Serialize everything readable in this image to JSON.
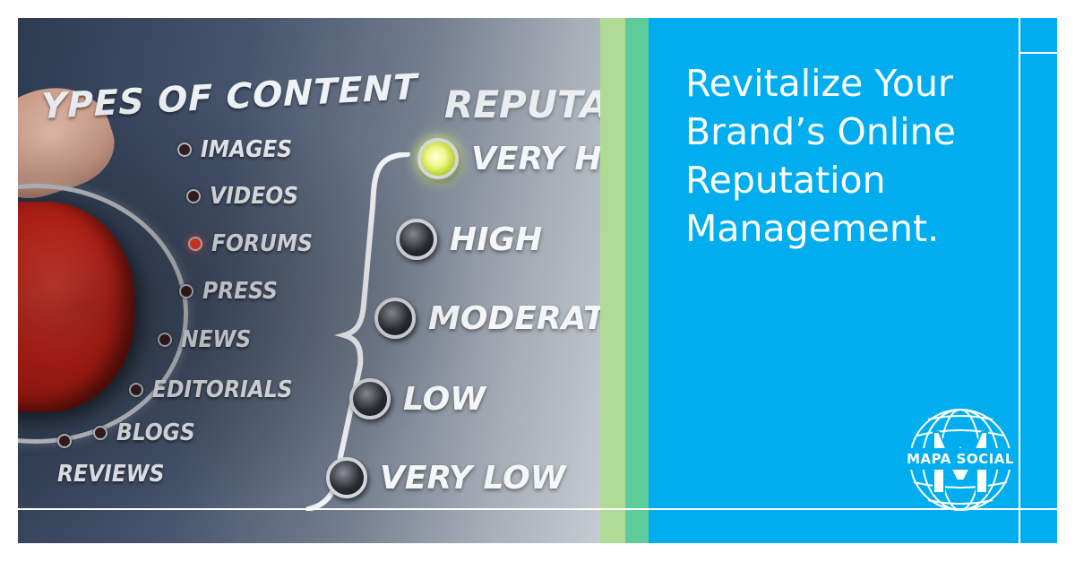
{
  "photo": {
    "content_heading": "YPES OF CONTENT",
    "content_items": [
      "IMAGES",
      "VIDEOS",
      "FORUMS",
      "PRESS",
      "NEWS",
      "EDITORIALS",
      "BLOGS",
      "REVIEWS"
    ],
    "active_content_item": "FORUMS",
    "reputation_heading": "REPUTAT",
    "reputation_levels": [
      "VERY HIG",
      "HIGH",
      "MODERATE",
      "LOW",
      "VERY LOW"
    ],
    "active_reputation_level": "VERY HIG"
  },
  "banner": {
    "headline_lines": [
      "Revitalize Your",
      "Brand’s Online",
      "Reputation",
      "Management."
    ]
  },
  "logo": {
    "text": "MAPA SOCIAL"
  },
  "colors": {
    "panel_blue": "#00aeef",
    "strip_light_green": "#a8d88d",
    "strip_green": "#5ecb9a",
    "knob_red": "#d8261b",
    "led_glow": "#e6ff73"
  }
}
